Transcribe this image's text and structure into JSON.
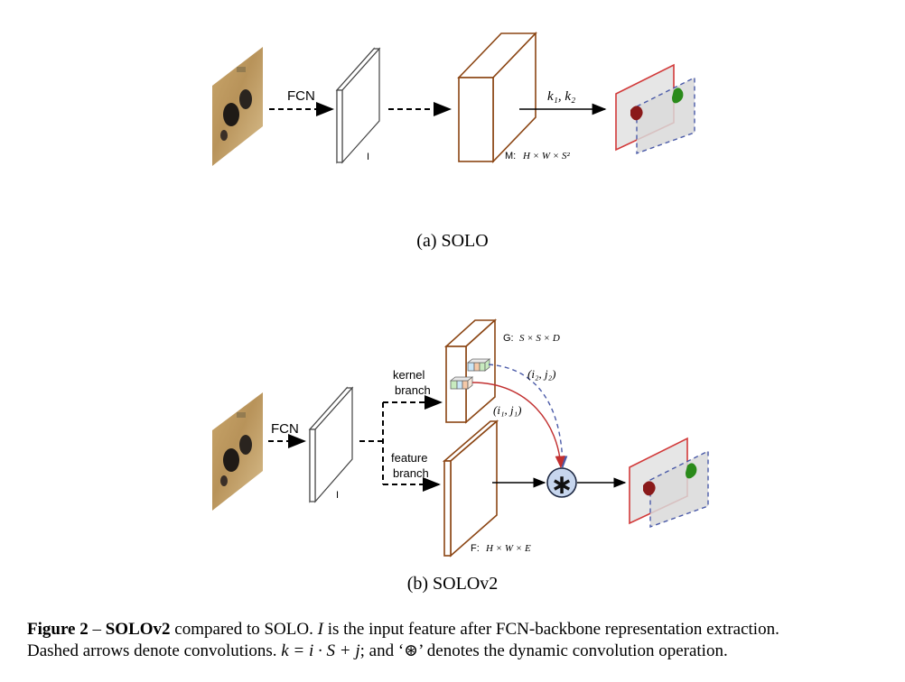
{
  "figure_a": {
    "fcn_label": "FCN",
    "feature_label": "I",
    "mask_label_prefix": "M:",
    "mask_label_math": "H × W × S²",
    "kernel_index_label": "k₁,  k₂",
    "caption": "(a)  SOLO"
  },
  "figure_b": {
    "fcn_label": "FCN",
    "feature_label": "I",
    "kernel_branch_line1": "kernel",
    "kernel_branch_line2": "branch",
    "feature_branch_line1": "feature",
    "feature_branch_line2": "branch",
    "g_label_prefix": "G:",
    "g_label_math": "S × S × D",
    "f_label_prefix": "F:",
    "f_label_math": "H × W × E",
    "index2_label": "(i₂,  j₂)",
    "index1_label": "(i₁,  j₁)",
    "conv_symbol": "∗",
    "caption": "(b)  SOLOv2"
  },
  "caption": {
    "figure_number": "Figure 2",
    "dash": " – ",
    "title": "SOLOv2",
    "text1": " compared to SOLO. ",
    "math_i": "I",
    "text2": " is the input feature after FCN-backbone representation extraction.",
    "text3": "Dashed arrows denote convolutions. ",
    "math_k": "k = i · S + j",
    "text4": "; and ‘⊛’ denotes the dynamic convolution operation."
  },
  "colors": {
    "brown": "#8B4513",
    "red": "#d23a3a",
    "blue_dash": "#4a5aa8",
    "circle_fill": "#c7d6ee",
    "mask_gray": "#d9d9d9"
  }
}
